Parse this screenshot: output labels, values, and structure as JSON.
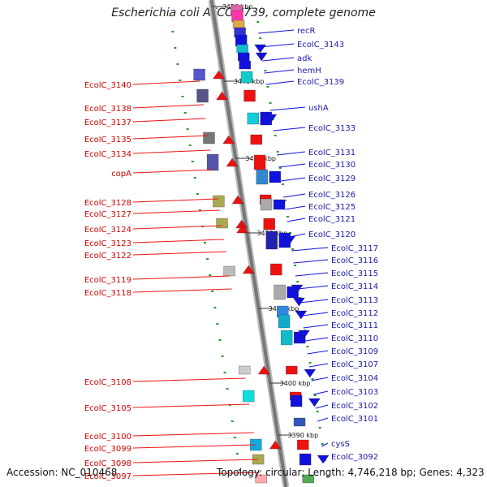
{
  "title": "Escherichia coli ATCC 8739, complete genome",
  "accession": "Accession: NC_010468",
  "summary": "Topology: circular; Length: 4,746,218 bp; Genes: 4,323",
  "colors": {
    "forward": "#ee1111",
    "reverse": "#1111dd",
    "forward_label": "#d00000",
    "reverse_label": "#1a1aa8"
  },
  "kbp_markers": [
    "3450 kbp",
    "3440 kbp",
    "3430 kbp",
    "3420 kbp",
    "3410 kbp",
    "3400 kbp",
    "3390 kbp"
  ],
  "left_labels": [
    "EcolC_3140",
    "EcolC_3138",
    "EcolC_3137",
    "EcolC_3135",
    "EcolC_3134",
    "copA",
    "EcolC_3128",
    "EcolC_3127",
    "EcolC_3124",
    "EcolC_3123",
    "EcolC_3122",
    "EcolC_3119",
    "EcolC_3118",
    "EcolC_3108",
    "EcolC_3105",
    "EcolC_3100",
    "EcolC_3099",
    "EcolC_3098",
    "EcolC_3097"
  ],
  "right_labels": [
    "recR",
    "EcolC_3143",
    "adk",
    "hemH",
    "EcolC_3139",
    "ushA",
    "EcolC_3133",
    "EcolC_3131",
    "EcolC_3130",
    "EcolC_3129",
    "EcolC_3126",
    "EcolC_3125",
    "EcolC_3121",
    "EcolC_3120",
    "EcolC_3117",
    "EcolC_3116",
    "EcolC_3115",
    "EcolC_3114",
    "EcolC_3113",
    "EcolC_3112",
    "EcolC_3111",
    "EcolC_3110",
    "EcolC_3109",
    "EcolC_3107",
    "EcolC_3104",
    "EcolC_3103",
    "EcolC_3102",
    "EcolC_3101",
    "cysS",
    "EcolC_3092"
  ]
}
